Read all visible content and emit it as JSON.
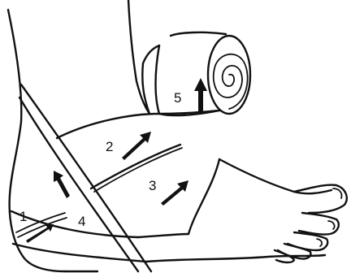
{
  "labels": {
    "wrap1": "1",
    "wrap2": "2",
    "wrap3": "3",
    "wrap4": "4",
    "wrap5": "5"
  },
  "colors": {
    "ink": "#111111",
    "background": "#ffffff"
  }
}
